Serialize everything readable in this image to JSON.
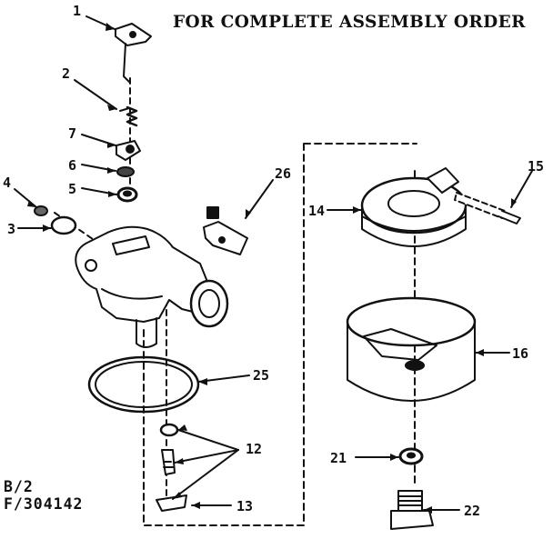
{
  "header": {
    "text": "FOR COMPLETE ASSEMBLY ORDER"
  },
  "drawing_code": {
    "line1": "B/2",
    "line2": "F/304142"
  },
  "part_numbers": [
    "1",
    "2",
    "7",
    "6",
    "5",
    "4",
    "3",
    "26",
    "14",
    "15",
    "16",
    "25",
    "12",
    "21",
    "13",
    "22"
  ]
}
